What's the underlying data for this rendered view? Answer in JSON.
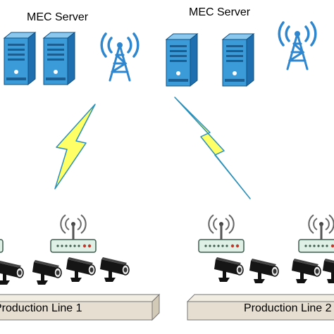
{
  "servers": [
    {
      "label": "MEC Server"
    },
    {
      "label": "MEC Server"
    }
  ],
  "production_lines": [
    {
      "label": "Production Line 1"
    },
    {
      "label": "Production Line 2"
    }
  ],
  "colors": {
    "server_front": "#3b9bd9",
    "server_side": "#1d6fb0",
    "server_top": "#8cc8ee",
    "antenna": "#2e86cf",
    "lightning_fill": "#ffff66",
    "lightning_edge": "#2a8fb8",
    "platform_top": "#f2ede2",
    "platform_front": "#e6dfd1",
    "router_body": "#dff0e6",
    "router_edge": "#3e5d4e",
    "camera_body": "#111111"
  },
  "icons": {
    "server": "server-tower-icon",
    "antenna": "radio-tower-icon",
    "link": "lightning-bolt-icon",
    "gateway": "wireless-router-icon",
    "camera": "cctv-camera-icon"
  }
}
